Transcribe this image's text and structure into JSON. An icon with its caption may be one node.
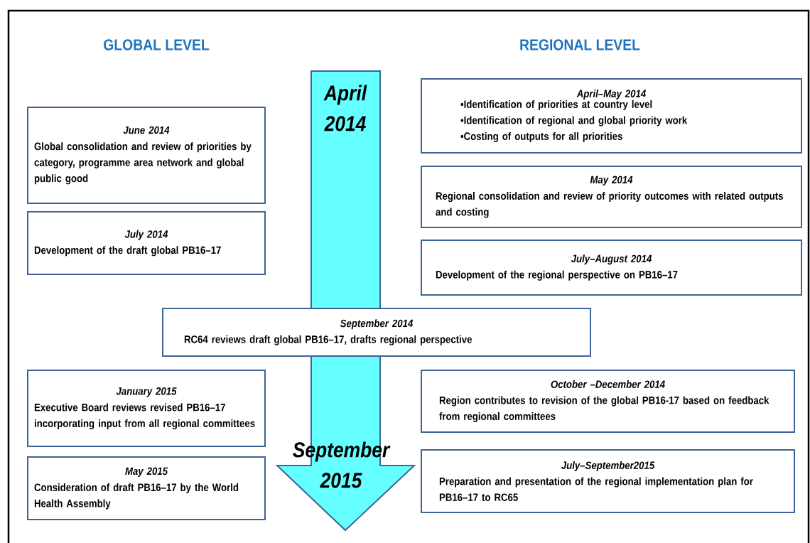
{
  "diagram": {
    "nodes": [
      {
        "text": [
          "April 2014",
          "September 2015"
        ]
      },
      {
        "text": [
          "April–May 2014",
          "•Identification of priorities at country level",
          "•Identification of regional and global priority work",
          "•Costing of outputs  for all priorities"
        ]
      },
      {
        "text": [
          "June 2014",
          "Global consolidation and review of priorities by category, programme area network and global public good"
        ]
      },
      {
        "text": [
          "May 2014",
          "Regional consolidation and review of priority outcomes with related outputs and costing"
        ]
      },
      {
        "text": [
          "July 2014",
          "Development of the draft global PB16–17"
        ]
      },
      {
        "text": [
          "July–August 2014",
          "Development of the regional perspective on PB16–17"
        ]
      },
      {
        "text": [
          "September 2014",
          "RC64 reviews draft global PB16–17, drafts regional perspective"
        ]
      },
      {
        "text": [
          "January 2015",
          "Executive Board reviews revised PB16–17 incorporating input from all  regional committees"
        ]
      },
      {
        "text": [
          "October –December 2014",
          "Region contributes to revision of the global PB16-17 based on feedback from regional committees"
        ]
      },
      {
        "text": [
          "May 2015",
          "Consideration of draft PB16–17 by the World Health Assembly"
        ]
      },
      {
        "text": [
          "July–September2015",
          "Preparation and presentation of the regional implementation plan for PB16–17 to RC65"
        ]
      }
    ],
    "labels": [
      "GLOBAL LEVEL",
      "REGIONAL LEVEL"
    ]
  }
}
